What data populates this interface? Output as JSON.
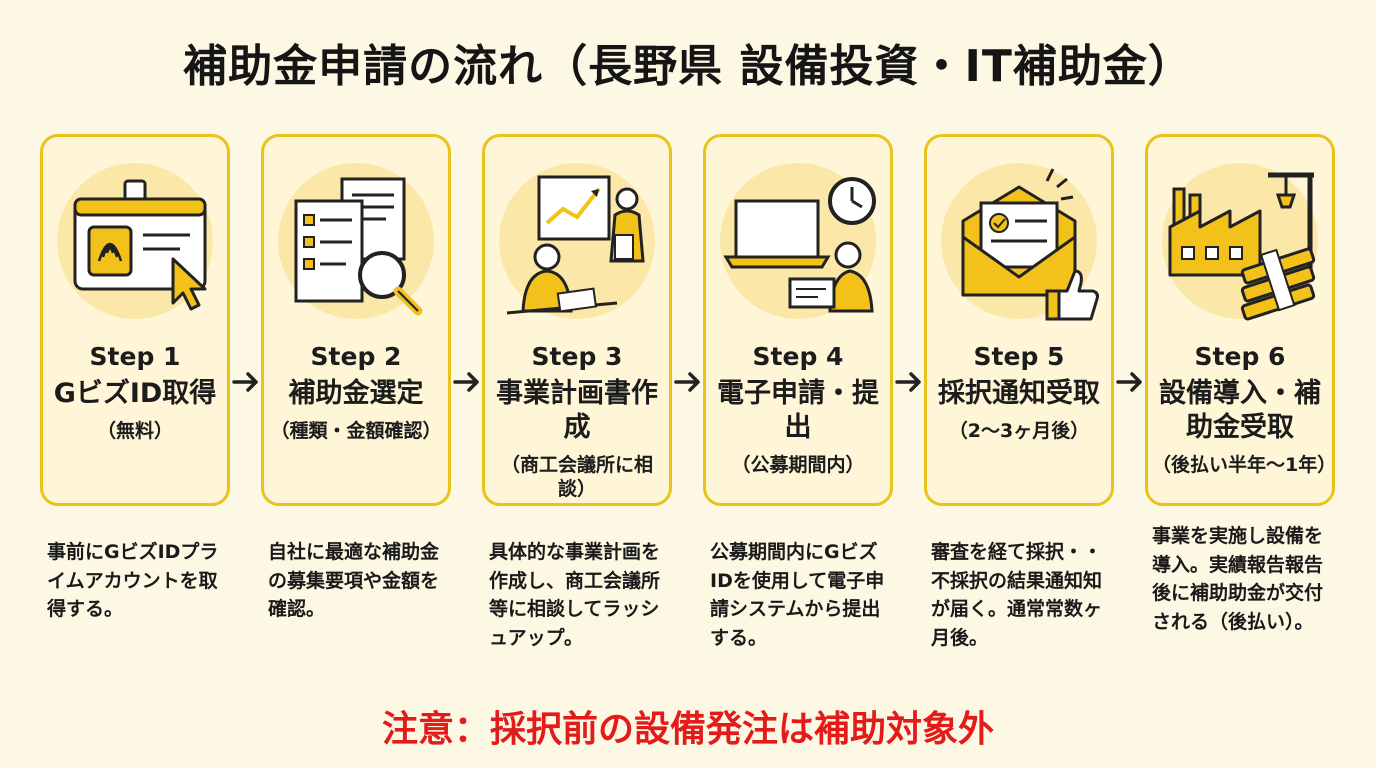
{
  "title": "補助金申請の流れ（長野県 設備投資・IT補助金）",
  "steps": [
    {
      "label": "Step 1",
      "title": "GビズID取得",
      "subtitle": "（無料）",
      "description": "事前にGビズIDプライムアカウントを取得する。",
      "icon": "id-card-icon"
    },
    {
      "label": "Step 2",
      "title": "補助金選定",
      "subtitle": "（種類・金額確認）",
      "description": "自社に最適な補助金の募集要項や金額を確認。",
      "icon": "documents-magnifier-icon"
    },
    {
      "label": "Step 3",
      "title": "事業計画書作成",
      "subtitle": "（商工会議所に相談）",
      "description": "具体的な事業計画を作成し、商工会議所等に相談してラッシュアップ。",
      "icon": "consultation-icon"
    },
    {
      "label": "Step 4",
      "title": "電子申請・提出",
      "subtitle": "（公募期間内）",
      "description": "公募期間内にGビズIDを使用して電子申請システムから提出する。",
      "icon": "laptop-clock-icon"
    },
    {
      "label": "Step 5",
      "title": "採択通知受取",
      "subtitle": "（2～3ヶ月後）",
      "description": "審査を経て採択・・不採択の結果通知知が届く。通常常数ヶ月後。",
      "icon": "envelope-thumbs-up-icon"
    },
    {
      "label": "Step 6",
      "title": "設備導入・補助金受取",
      "subtitle": "（後払い半年～1年）",
      "description": "事業を実施し設備を導入。実績報告報告後に補助助金が交付される（後払い）。",
      "icon": "factory-money-icon"
    }
  ],
  "notice": "注意：採択前の設備発注は補助対象外",
  "colors": {
    "background": "#fdf8e4",
    "card_fill": "#fff6d8",
    "card_border": "#e9c21a",
    "accent": "#f2c21b",
    "notice": "#e31b1b"
  }
}
